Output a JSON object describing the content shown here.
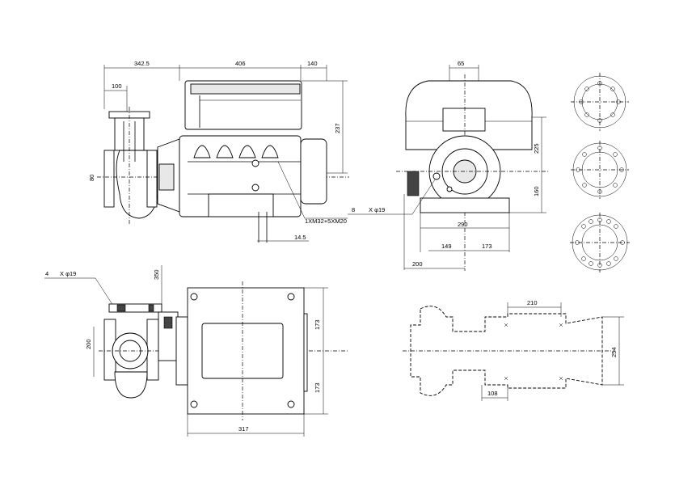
{
  "side_view": {
    "dim_overall_left": "342.5",
    "dim_motor_length": "406",
    "dim_terminal_box": "140",
    "dim_flange": "100",
    "dim_inlet_height": "80",
    "dim_box_height": "237",
    "cable_entry_label": "1XM32+5XM20",
    "dim_offset": "14.5"
  },
  "end_view": {
    "dim_top": "65",
    "dim_upper_height": "225",
    "dim_shaft_height": "160",
    "hole_count_label": "8",
    "hole_spec_label": "X φ19",
    "dim_width": "290",
    "dim_left": "149",
    "dim_right": "173",
    "dim_base": "200"
  },
  "top_view": {
    "hole_count_label": "4",
    "hole_spec_label": "X φ19",
    "dim_vertical": "350",
    "dim_height": "200",
    "dim_upper": "173",
    "dim_lower": "173",
    "dim_width": "317"
  },
  "footprint_view": {
    "dim_top": "210",
    "dim_height": "254",
    "dim_bottom": "108"
  }
}
